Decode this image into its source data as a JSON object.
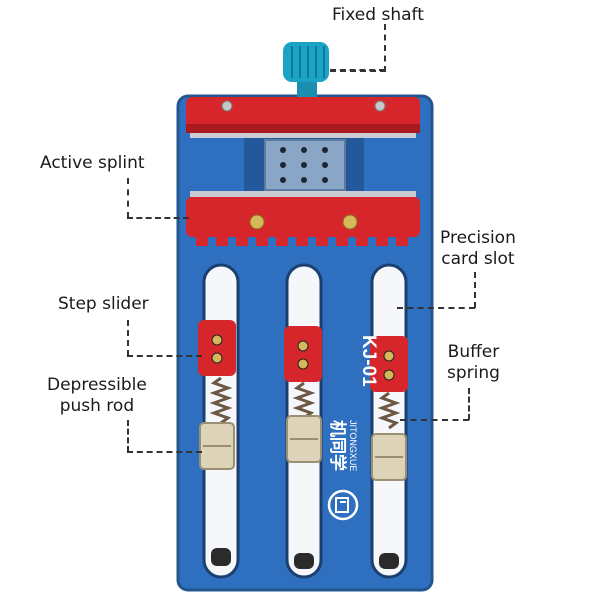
{
  "labels": {
    "fixed_shaft": "Fixed shaft",
    "active_splint": "Active splint",
    "precision_card_slot_line1": "Precision",
    "precision_card_slot_line2": "card slot",
    "step_slider": "Step slider",
    "depressible_push_rod_line1": "Depressible",
    "depressible_push_rod_line2": "push rod",
    "buffer_spring_line1": "Buffer",
    "buffer_spring_line2": "spring"
  },
  "product": {
    "model": "KJ-01",
    "brand_cn": "机同学",
    "brand_en": "JITONGXUE"
  },
  "colors": {
    "plate": "#2f6fbf",
    "clamp": "#d7262b",
    "knob": "#1aa3c4",
    "slot": "#f6f7fa",
    "spring": "#6b5744",
    "push_rod": "#ddd3b8"
  }
}
